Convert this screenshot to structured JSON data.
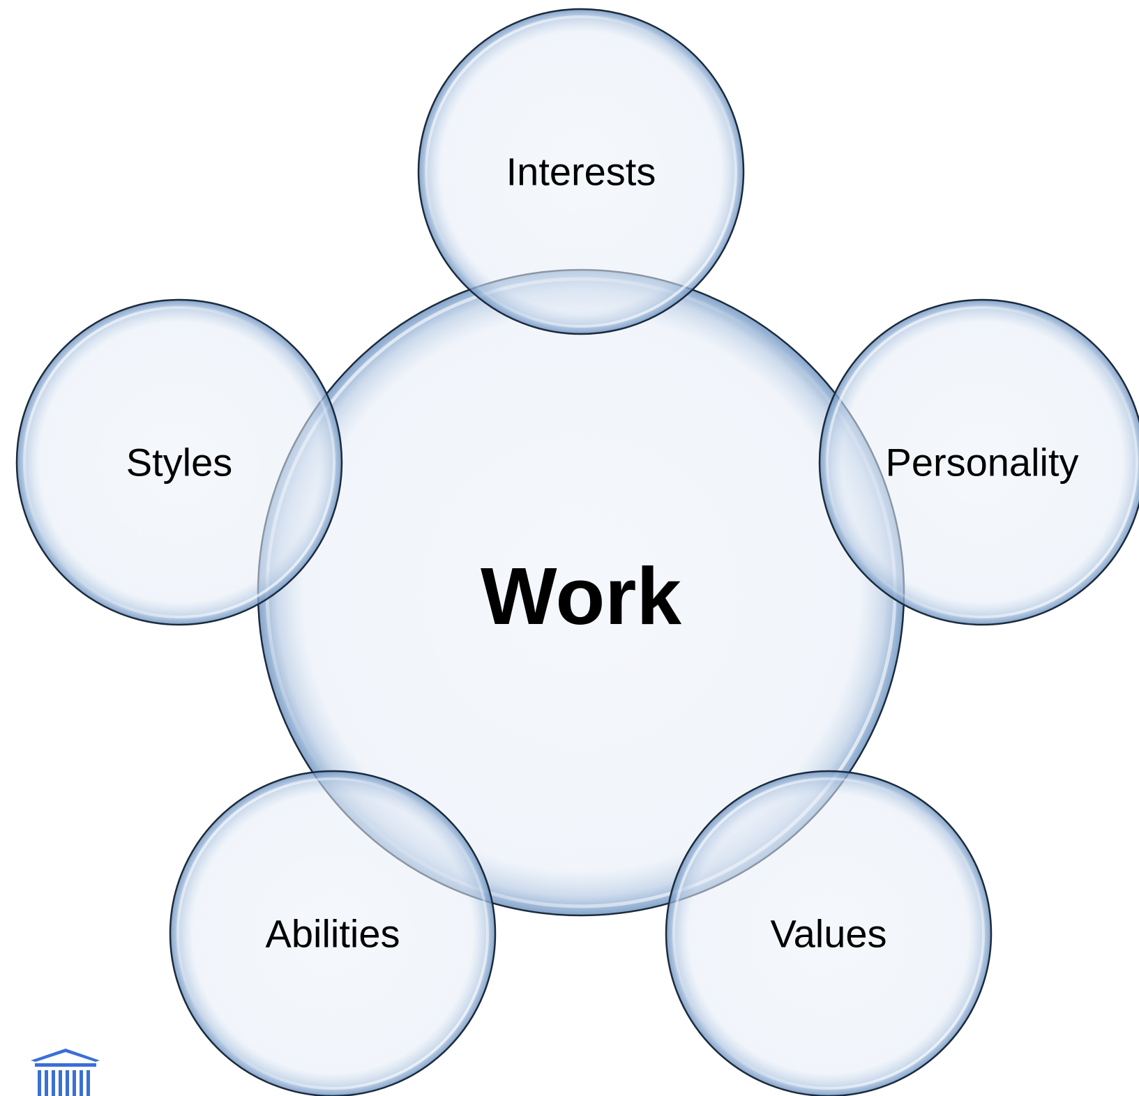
{
  "diagram": {
    "type": "radial-venn",
    "center": {
      "label": "Work"
    },
    "nodes": [
      {
        "id": "interests",
        "label": "Interests"
      },
      {
        "id": "personality",
        "label": "Personality"
      },
      {
        "id": "values",
        "label": "Values"
      },
      {
        "id": "abilities",
        "label": "Abilities"
      },
      {
        "id": "styles",
        "label": "Styles"
      }
    ]
  },
  "colors": {
    "circle_fill": "#e9eff8",
    "circle_stroke": "#1c2a3a",
    "circle_rim": "#7fa3cc",
    "circle_highlight": "#ffffff",
    "logo": "#3a6fd8"
  },
  "logo": {
    "icon": "institution-columns-icon"
  }
}
